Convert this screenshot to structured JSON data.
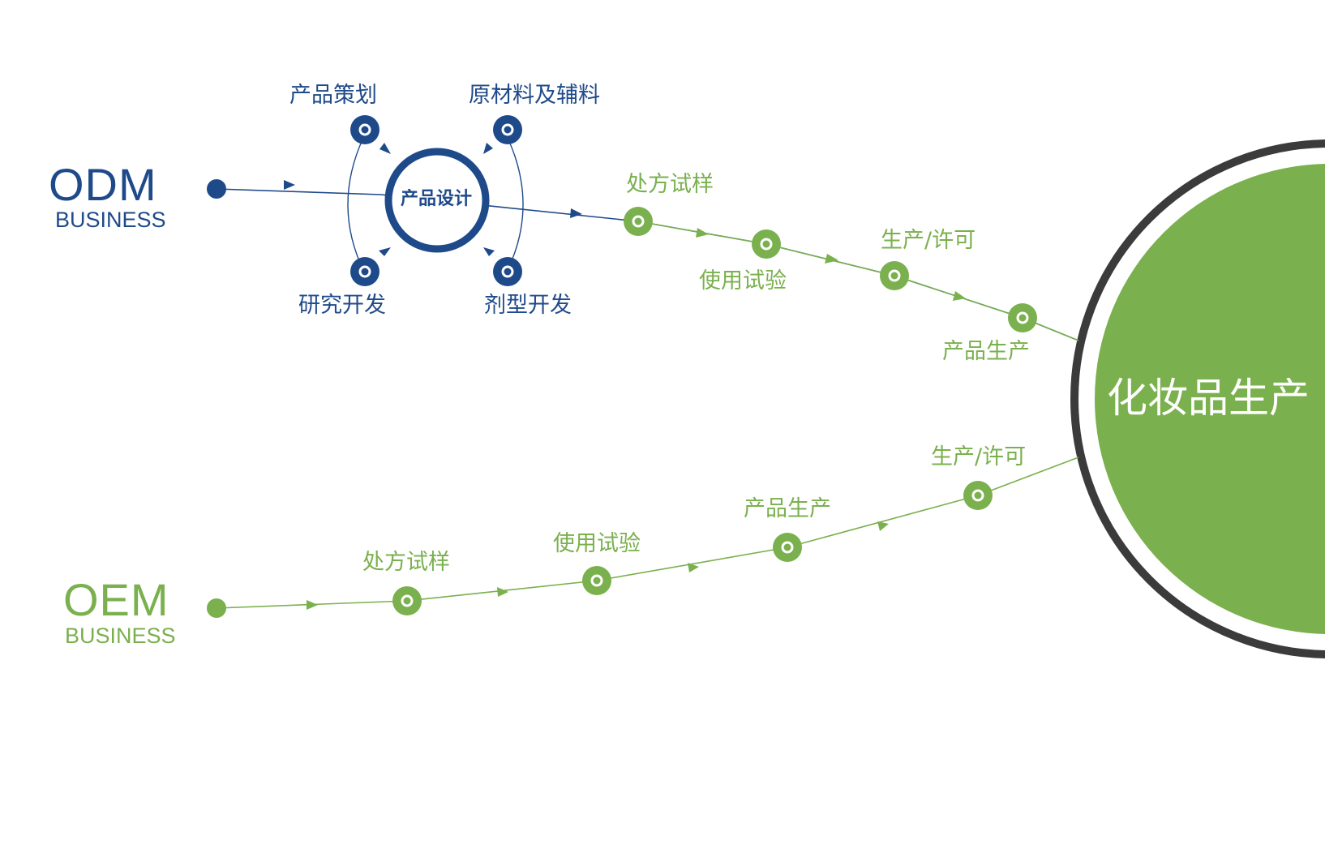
{
  "colors": {
    "odm": "#1f4a8a",
    "oem": "#7ab04d",
    "ring": "#3b3b3b",
    "circle_fill": "#7ab04d"
  },
  "odm": {
    "title": "ODM",
    "subtitle": "BUSINESS",
    "design_center": "产品设计",
    "design_nodes": [
      "产品策划",
      "原材料及辅料",
      "研究开发",
      "剂型开发"
    ],
    "steps": [
      "处方试样",
      "使用试验",
      "生产/许可",
      "产品生产"
    ]
  },
  "oem": {
    "title": "OEM",
    "subtitle": "BUSINESS",
    "steps": [
      "处方试样",
      "使用试验",
      "产品生产",
      "生产/许可"
    ]
  },
  "target": {
    "label": "化妆品生产"
  }
}
